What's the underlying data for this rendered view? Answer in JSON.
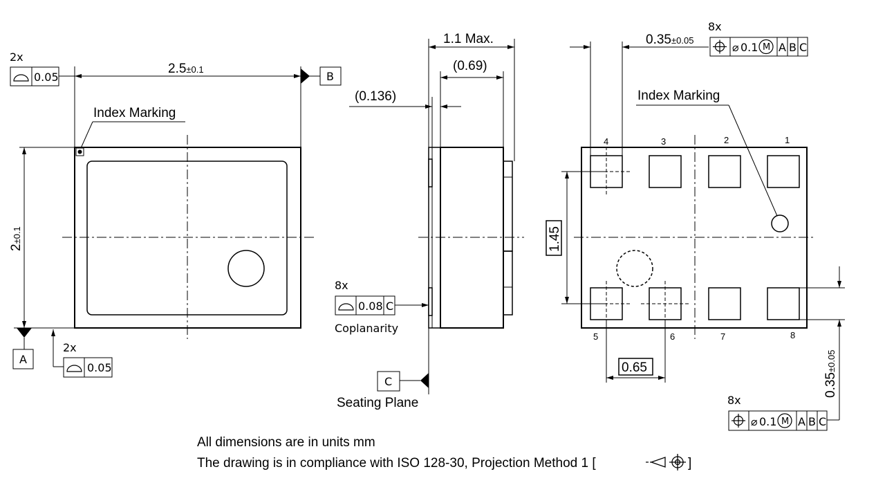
{
  "top_view": {
    "width_dim": "2.5",
    "width_tol": "±0.1",
    "height_dim": "2",
    "height_tol": "±0.1",
    "index_marking": "Index Marking",
    "flatness_top": {
      "count": "2x",
      "value": "0.05"
    },
    "flatness_bottom": {
      "count": "2x",
      "value": "0.05"
    },
    "datum_a": "A",
    "datum_b": "B"
  },
  "side_view": {
    "max_height": "1.1 Max.",
    "body_height": "(0.69)",
    "pad_thickness": "(0.136)",
    "coplanarity": {
      "count": "8x",
      "value": "0.08",
      "datum": "C",
      "caption": "Coplanarity"
    },
    "datum_c": "C",
    "seating_plane": "Seating Plane"
  },
  "bottom_view": {
    "pad_width_dim": "0.35",
    "pad_width_tol": "±0.05",
    "pad_height_dim": "0.35",
    "pad_height_tol": "±0.05",
    "row_spacing": "1.45",
    "pitch": "0.65",
    "index_marking": "Index Marking",
    "pad_numbers_top": [
      "4",
      "3",
      "2",
      "1"
    ],
    "pad_numbers_bottom": [
      "5",
      "6",
      "7",
      "8"
    ],
    "position_frame_top": {
      "count": "8x",
      "value": "0.1",
      "modifier": "M",
      "datums": [
        "A",
        "B",
        "C"
      ]
    },
    "position_frame_bottom": {
      "count": "8x",
      "value": "0.1",
      "modifier": "M",
      "datums": [
        "A",
        "B",
        "C"
      ]
    }
  },
  "notes": {
    "units": "All dimensions are in units mm",
    "compliance": "The drawing is in compliance with ISO 128-30, Projection Method 1 [",
    "compliance_end": "]"
  },
  "icons": [
    "flatness-icon",
    "position-icon",
    "diameter-icon",
    "projection-method-icon"
  ]
}
